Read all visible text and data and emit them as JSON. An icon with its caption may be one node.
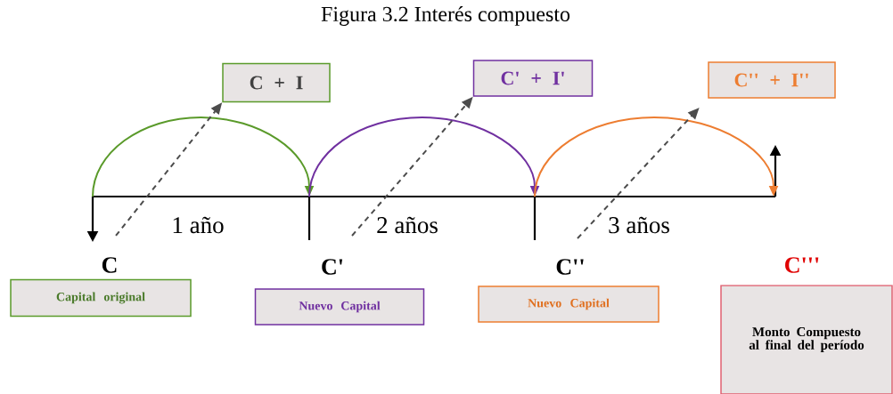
{
  "diagram": {
    "title": "Figura 3.2 Interés compuesto",
    "nodes": [
      {
        "text": [
          "C + I"
        ]
      },
      {
        "text": [
          "C' + I'"
        ]
      },
      {
        "text": [
          "C'' + I''"
        ]
      },
      {
        "text": [
          "C",
          "Capital original"
        ]
      },
      {
        "text": [
          "C'",
          "Nuevo Capital"
        ]
      },
      {
        "text": [
          "C''",
          "Nuevo Capital"
        ]
      },
      {
        "text": [
          "C'''",
          "Monto Compuesto al final del período"
        ]
      }
    ],
    "edges": [
      {
        "from": null,
        "to": 0,
        "arrow": "to",
        "style": "dashed"
      },
      {
        "from": null,
        "to": 1,
        "arrow": "to",
        "style": "dashed"
      },
      {
        "from": null,
        "to": 2,
        "arrow": "to",
        "style": "dashed"
      }
    ],
    "labels": [
      "1 año",
      "2 años",
      "3 años"
    ]
  }
}
